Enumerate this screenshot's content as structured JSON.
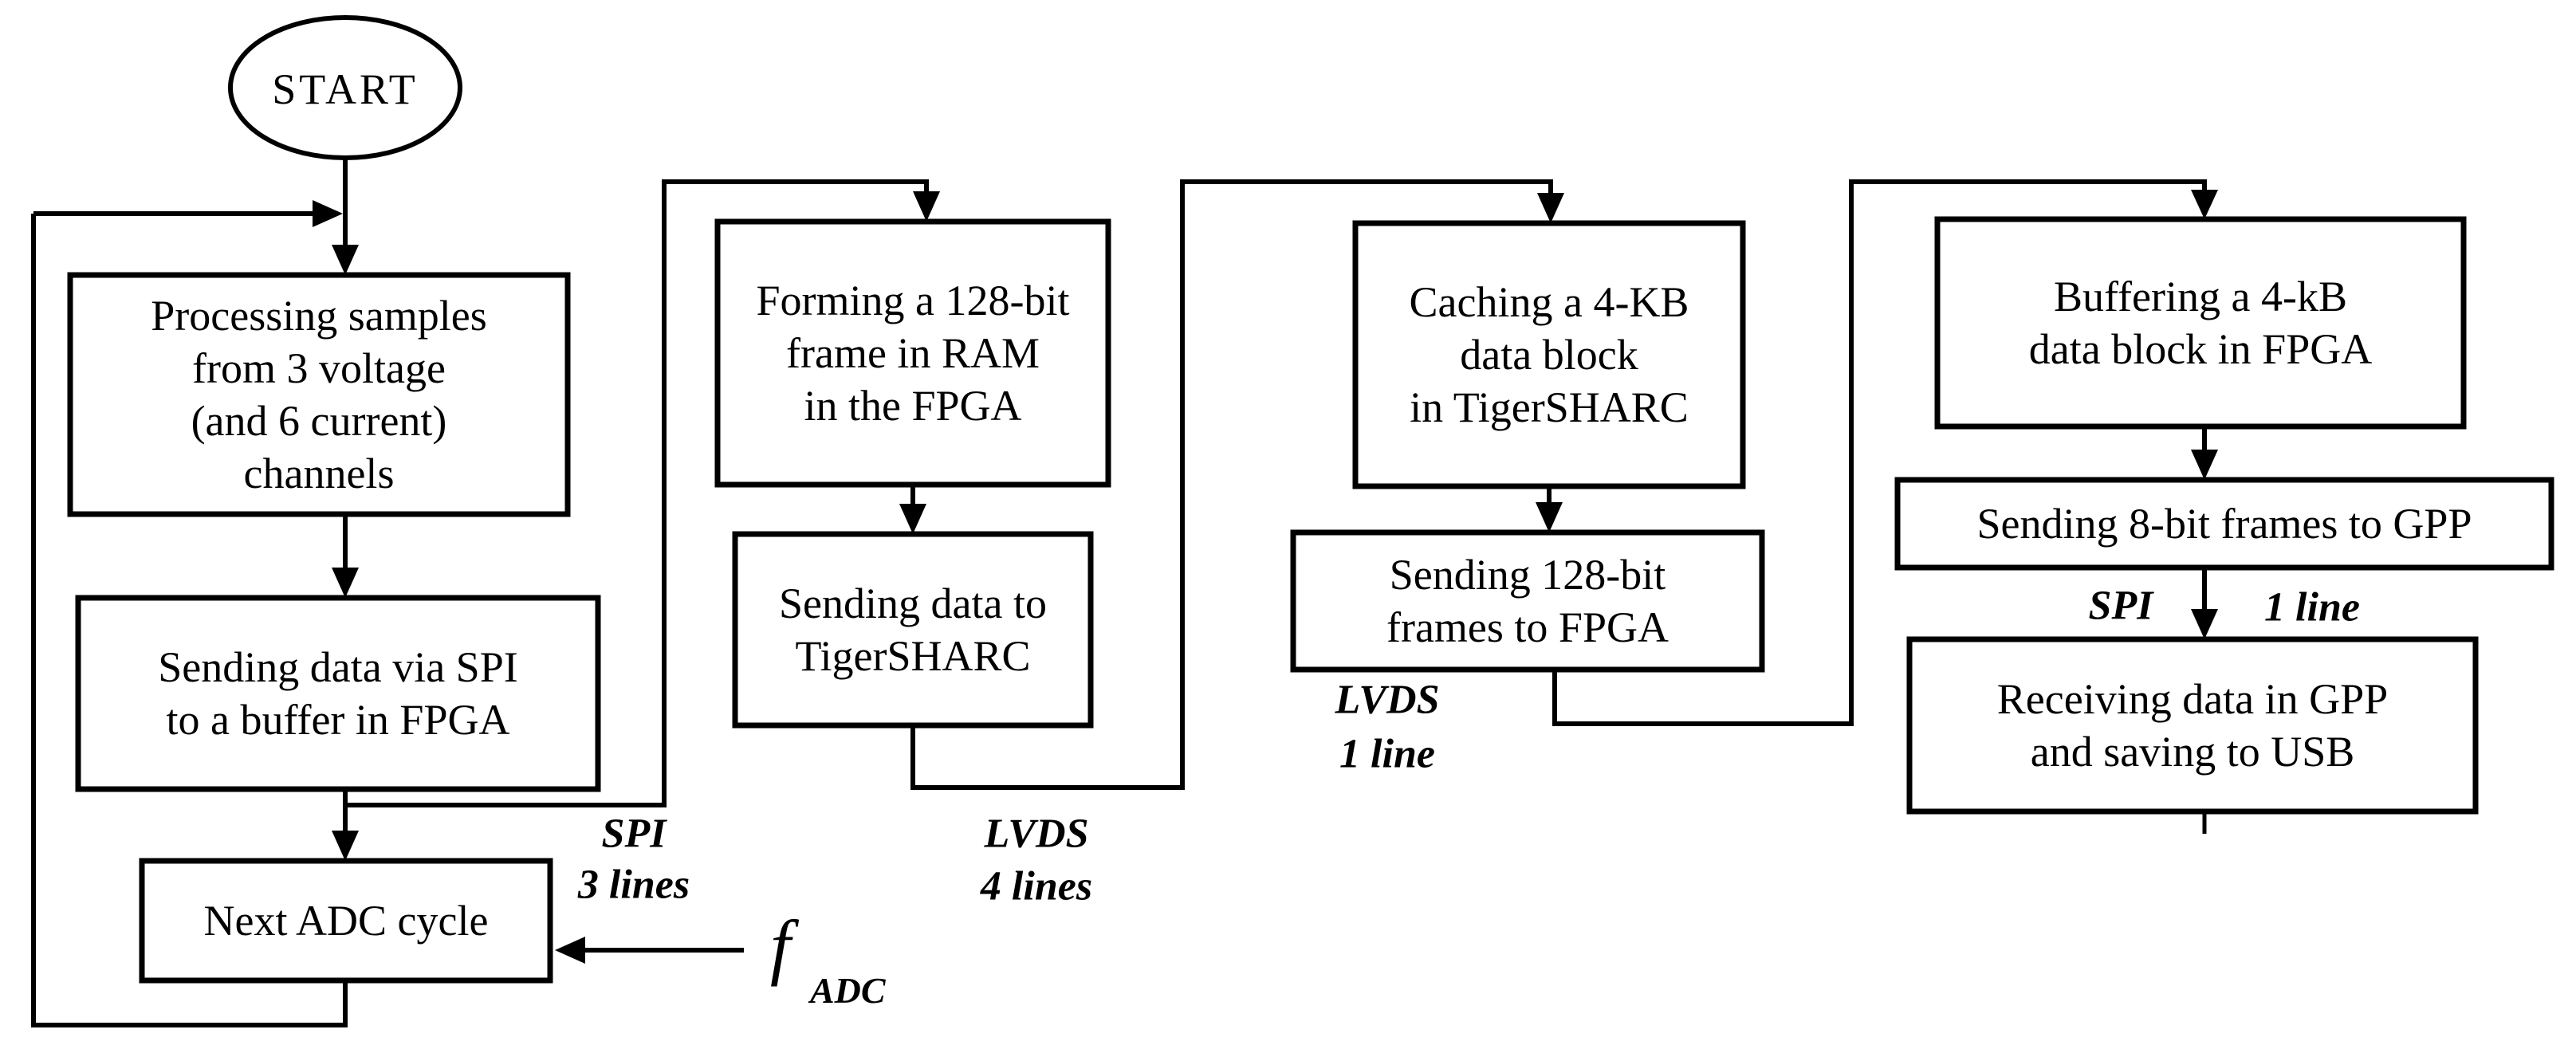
{
  "diagram": {
    "colors": {
      "background": "#ffffff",
      "stroke": "#000000",
      "text": "#000000"
    },
    "nodes": {
      "start": {
        "label": "START"
      },
      "processing": {
        "lines": [
          "Processing samples",
          "from 3 voltage",
          "(and 6 current)",
          "channels"
        ]
      },
      "sending_spi": {
        "lines": [
          "Sending data via SPI",
          "to a buffer in FPGA"
        ]
      },
      "next_adc": {
        "label": "Next ADC cycle"
      },
      "forming": {
        "lines": [
          "Forming a 128-bit",
          "frame in RAM",
          "in the FPGA"
        ]
      },
      "sending_tigersharc": {
        "lines": [
          "Sending data to",
          "TigerSHARC"
        ]
      },
      "caching": {
        "lines": [
          "Caching a 4-KB",
          "data block",
          "in TigerSHARC"
        ]
      },
      "sending_128bit": {
        "lines": [
          "Sending 128-bit",
          "frames to FPGA"
        ]
      },
      "buffering": {
        "lines": [
          "Buffering a 4-kB",
          "data block in FPGA"
        ]
      },
      "sending_8bit": {
        "label": "Sending 8-bit frames to GPP"
      },
      "receiving": {
        "lines": [
          "Receiving data in GPP",
          "and saving to USB"
        ]
      }
    },
    "edge_labels": {
      "spi_3lines": {
        "title": "SPI",
        "sub": "3 lines"
      },
      "lvds_4lines": {
        "title": "LVDS",
        "sub": "4 lines"
      },
      "lvds_1line": {
        "title": "LVDS",
        "sub": "1 line"
      },
      "spi_1line": {
        "title": "SPI",
        "sub": "1 line"
      },
      "f_adc": {
        "symbol": "f",
        "subscript": "ADC"
      }
    }
  }
}
